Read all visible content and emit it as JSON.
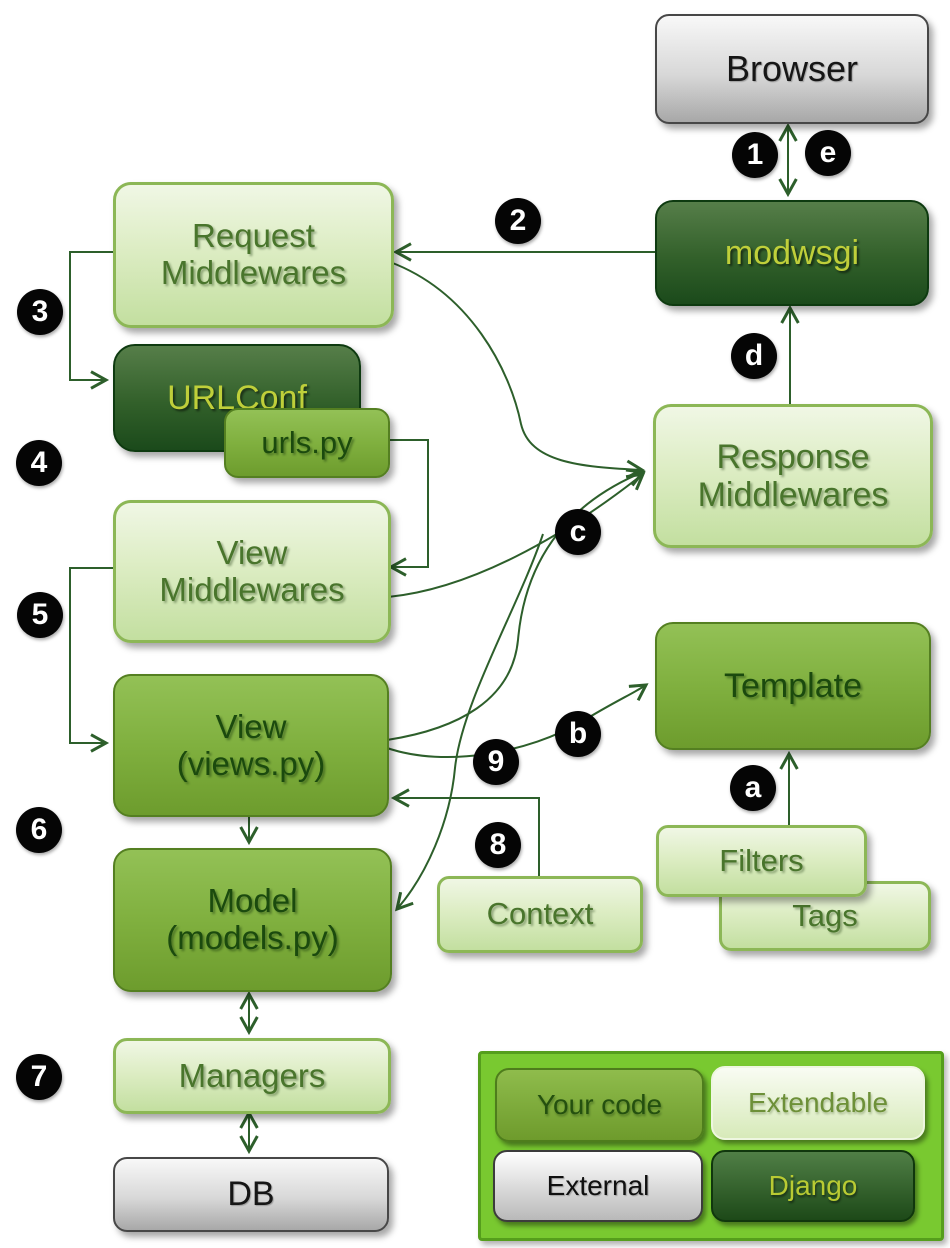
{
  "diagram": {
    "nodes": {
      "browser": {
        "label": "Browser",
        "type": "external"
      },
      "modwsgi": {
        "label": "modwsgi",
        "type": "django"
      },
      "request_middlewares": {
        "label": "Request\nMiddlewares",
        "type": "extendable"
      },
      "urlconf": {
        "label": "URLConf",
        "type": "django"
      },
      "urls_py": {
        "label": "urls.py",
        "type": "your_code"
      },
      "view_middlewares": {
        "label": "View\nMiddlewares",
        "type": "extendable"
      },
      "view": {
        "label": "View\n(views.py)",
        "type": "your_code"
      },
      "model": {
        "label": "Model\n(models.py)",
        "type": "your_code"
      },
      "managers": {
        "label": "Managers",
        "type": "extendable"
      },
      "db": {
        "label": "DB",
        "type": "external"
      },
      "response_middlewares": {
        "label": "Response\nMiddlewares",
        "type": "extendable"
      },
      "template": {
        "label": "Template",
        "type": "your_code"
      },
      "filters": {
        "label": "Filters",
        "type": "extendable"
      },
      "tags": {
        "label": "Tags",
        "type": "extendable"
      },
      "context": {
        "label": "Context",
        "type": "extendable"
      }
    },
    "badges": {
      "n1": "1",
      "n2": "2",
      "n3": "3",
      "n4": "4",
      "n5": "5",
      "n6": "6",
      "n7": "7",
      "n8": "8",
      "n9": "9",
      "la": "a",
      "lb": "b",
      "lc": "c",
      "ld": "d",
      "le": "e"
    },
    "legend": {
      "items": [
        {
          "label": "Your code",
          "type": "your_code"
        },
        {
          "label": "Extendable",
          "type": "extendable"
        },
        {
          "label": "External",
          "type": "external"
        },
        {
          "label": "Django",
          "type": "django"
        }
      ]
    },
    "colors": {
      "arrow": "#2d5f2b",
      "badge_bg": "#050505",
      "badge_text": "#ffffff",
      "extendable_fill_top": "#f0f7e5",
      "extendable_fill_bottom": "#c3dfa0",
      "your_code_fill_top": "#93c156",
      "your_code_fill_bottom": "#6d9c2d",
      "django_fill_top": "#567e49",
      "django_fill_bottom": "#1b4a1b",
      "external_fill_top": "#f8f8f8",
      "external_fill_bottom": "#a8a8a8",
      "django_text": "#bfcf3a",
      "legend_panel": "#79c930"
    }
  }
}
